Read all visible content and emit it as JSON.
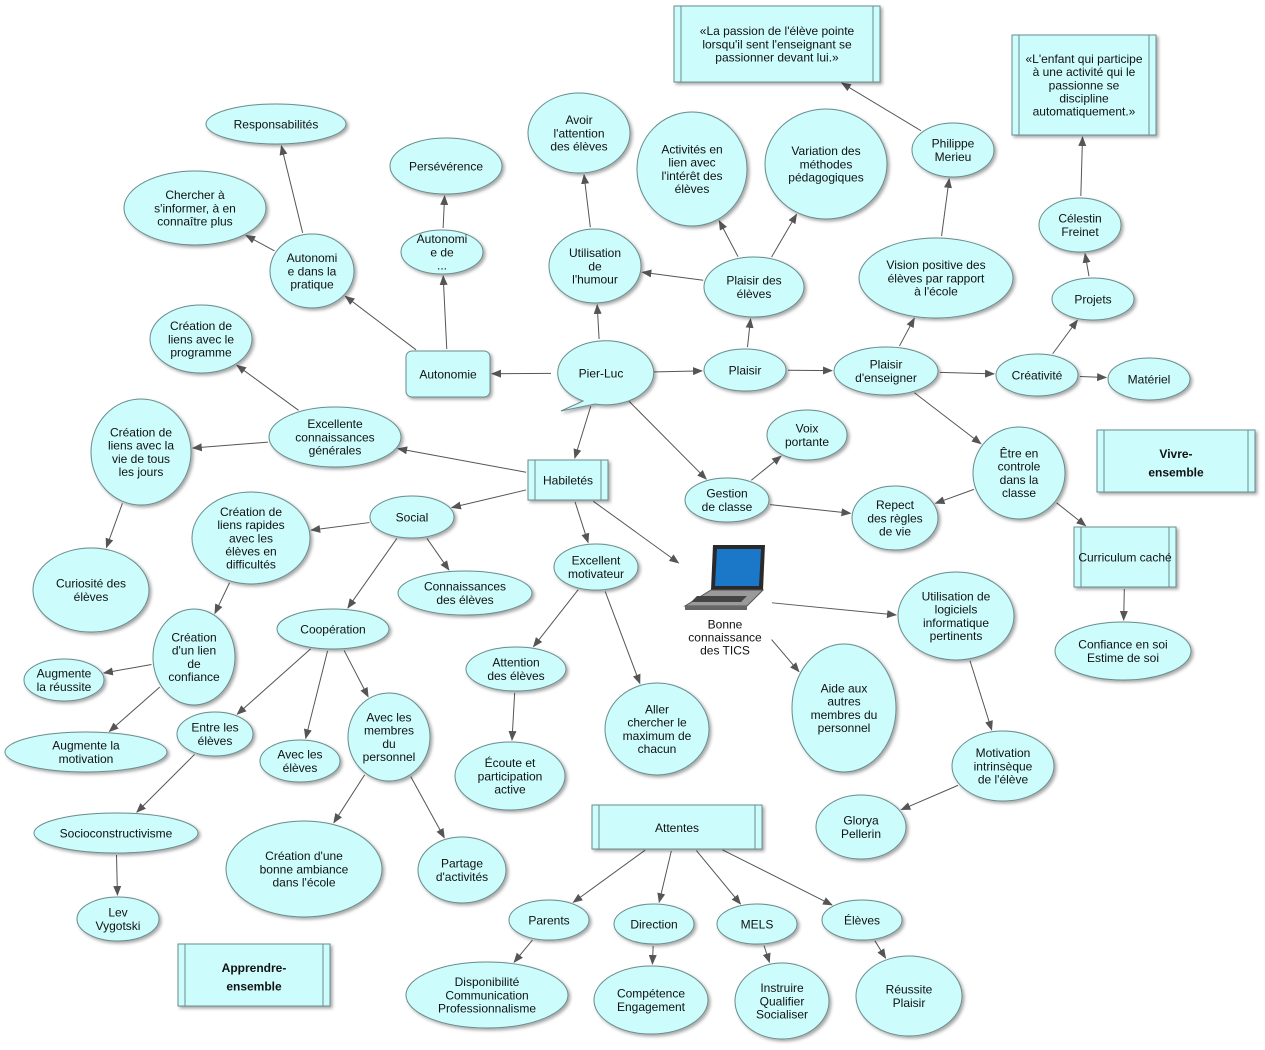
{
  "colors": {
    "fill": "#ccfcfc",
    "stroke": "#6a8c8c",
    "edge": "#555555",
    "blue": "#0b10b0",
    "red": "#e01010",
    "purple": "#7a1a8a",
    "text": "#111111"
  },
  "nodes": {
    "pier_luc": "Pier-Luc",
    "autonomie": "Autonomie",
    "plaisir": "Plaisir",
    "habiletes": "Habiletés",
    "gestion": "Gestion de classe",
    "humour": "Utilisation de l'humour",
    "attention_eleves_top": "Avoir l'attention des élèves",
    "plaisir_eleves": "Plaisir des élèves",
    "activites_lien": "Activités en lien avec l'intérêt des élèves",
    "variation": "Variation des méthodes pédagogiques",
    "plaisir_enseigner": "Plaisir d'enseigner",
    "vision_positive": "Vision positive des élèves par rapport à l'école",
    "philippe": "Philippe Merieu",
    "quote_passion": "«La passion de l'élève pointe lorsqu'il sent l'enseignant se passionner devant lui.»",
    "quote_enfant": "«L'enfant qui participe à une activité qui le passionne se discipline automatiquement.»",
    "celestin": "Célestin Freinet",
    "projets": "Projets",
    "creativite": "Créativité",
    "materiel": "Matériel",
    "etre_controle": "Être en controle dans la classe",
    "curriculum": "Curriculum caché",
    "confiance_soi": "Confiance en soi Estime de soi",
    "voix": "Voix portante",
    "respect": "Repect des règles de vie",
    "vivre_ensemble": "Vivre-ensemble",
    "responsabilites": "Responsabilités",
    "chercher_informer": "Chercher à s'informer, à en connaître plus",
    "autonomie_pratique": "Autonomie dans la pratique",
    "perseverance": "Persévérence",
    "autonomie_de": "Autonomie de ...",
    "creation_programme": "Création de liens avec le programme",
    "excellente_connaissances": "Excellente connaissances générales",
    "creation_vie": "Création de liens avec la vie de tous les jours",
    "curiosite": "Curiosité des élèves",
    "social": "Social",
    "creation_rapides": "Création de liens rapides avec les élèves en difficultés",
    "connaissances_eleves": "Connaissances des élèves",
    "cooperation": "Coopération",
    "creation_confiance": "Création d'un lien de confiance",
    "augmente_reussite": "Augmente la réussite",
    "augmente_motivation": "Augmente la motivation",
    "entre_eleves": "Entre les élèves",
    "avec_eleves": "Avec les élèves",
    "avec_membres": "Avec les membres du personnel",
    "socioconstructivisme": "Socioconstructivisme",
    "lev": "Lev Vygotski",
    "bonne_ambiance": "Création d'une bonne ambiance dans l'école",
    "partage": "Partage d'activités",
    "apprendre_ensemble": "Apprendre-ensemble",
    "excellent_motivateur": "Excellent motivateur",
    "attention_eleves": "Attention des élèves",
    "ecoute": "Écoute et participation active",
    "aller_chercher": "Aller chercher le maximum de chacun",
    "tics": "Bonne connaissance des TICS",
    "aide_membres": "Aide aux autres membres du personnel",
    "logiciels": "Utilisation de logiciels informatique pertinents",
    "motivation_intrinseque": "Motivation intrinsèque de l'élève",
    "glorya": "Glorya Pellerin",
    "attentes": "Attentes",
    "parents": "Parents",
    "direction": "Direction",
    "mels": "MELS",
    "eleves_att": "Élèves",
    "disponibilite": "Disponibilité Communication Professionnalisme",
    "competence": "Compétence Engagement",
    "instruire": "Instruire Qualifier Socialiser",
    "reussite_plaisir": "Réussite Plaisir"
  },
  "icons": {
    "laptop": "laptop-icon"
  }
}
